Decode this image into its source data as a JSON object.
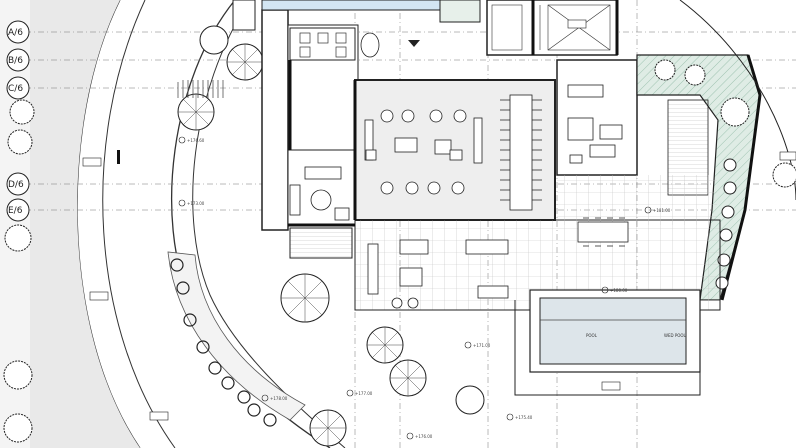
{
  "grid_axes": [
    {
      "id": "axis-a6",
      "label": "A/6"
    },
    {
      "id": "axis-b6",
      "label": "B/6"
    },
    {
      "id": "axis-c6",
      "label": "C/6"
    },
    {
      "id": "axis-d6",
      "label": "D/6"
    },
    {
      "id": "axis-e6",
      "label": "E/6"
    }
  ],
  "rooms": {
    "pool": "POOL",
    "wed_pool": "WED POOL"
  },
  "levels": {
    "l1": "+176.60",
    "l2": "+173.00",
    "l3": "+171.00",
    "l4": "+177.00",
    "l5": "+178.00",
    "l6": "+176.00",
    "l7": "+175.40",
    "l8": "+180.00",
    "l9": "+181.00"
  },
  "colors": {
    "line": "#222222",
    "light_line": "#9a9a9a",
    "paving": "#bdbdbd",
    "hatch": "#b5d3c4",
    "pool_fill": "#dde5ea",
    "living_fill": "#ececec",
    "water_fill": "#d3e6f3"
  }
}
